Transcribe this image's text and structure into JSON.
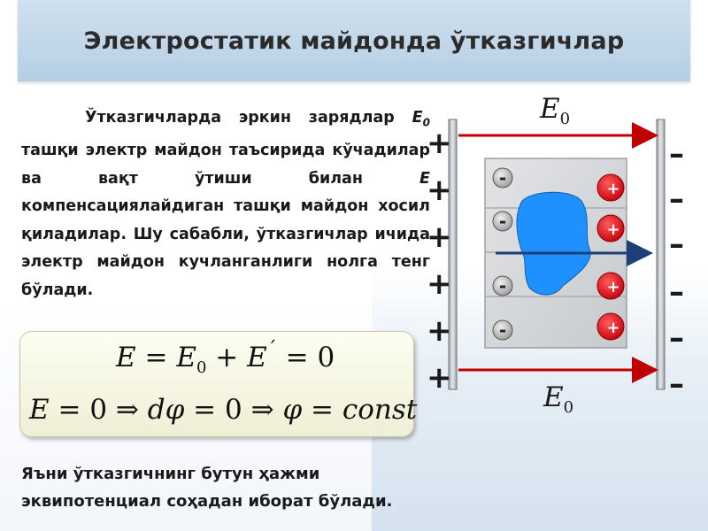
{
  "title": "Электростатик майдонда ўтказгичлар",
  "paragraph": {
    "lead": "Ўтказгичларда эркин зарядлар",
    "e0": "E",
    "e0_sub": "0",
    "mid": " ташқи электр майдон таъсирида кўчадилар ва вақт ўтиши билан ",
    "e": "E",
    "tail": " компенсациялайдиган ташқи майдон хосил қиладилар. Шу сабабли, ўтказгичлар ичида электр майдон кучланганлиги нолга тенг бўлади."
  },
  "formulas": {
    "line1": {
      "E": "E",
      "eq1": " = ",
      "E0": "E",
      "E0_sub": "0",
      "plus": " + ",
      "Ep": "E",
      "prime": "´",
      "eq2": " = ",
      "zero": "0"
    },
    "line2": {
      "E": "E",
      "eq1": " = ",
      "zero1": "0",
      "imp1": " ⇒ ",
      "d": "d",
      "phi1": "φ",
      "eq2": " = ",
      "zero2": "0",
      "imp2": " ⇒ ",
      "phi2": "φ",
      "eq3": " = ",
      "const": "const"
    }
  },
  "conclusion": "Яъни ўтказгичнинг бутун ҳажми эквипотенциал соҳадан иборат бўлади.",
  "diagram": {
    "field_label_top": {
      "E": "E",
      "sub": "0"
    },
    "field_label_bottom": {
      "E": "E",
      "sub": "0"
    },
    "plus": "+",
    "minus": "–",
    "negative_charge": "-",
    "positive_charge": "+",
    "colors": {
      "field_line": "#c00000",
      "inner_field": "#1f3f7a",
      "conductor_blob": "#1e90ff",
      "positive_charge": "#e8101a",
      "plate": "#c0c4c8",
      "block": "#d4d6d9"
    }
  }
}
